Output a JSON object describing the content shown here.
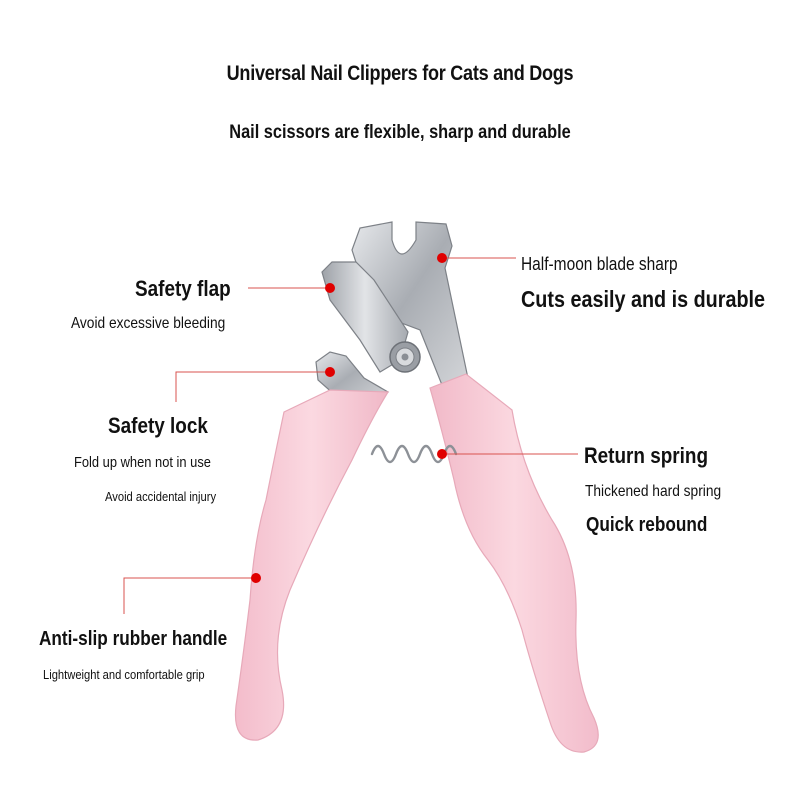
{
  "header": {
    "title": "Universal Nail Clippers for Cats and Dogs",
    "subtitle": "Nail scissors are flexible, sharp and durable"
  },
  "callouts": {
    "safety_flap": {
      "heading": "Safety flap",
      "detail": "Avoid excessive bleeding"
    },
    "half_moon_blade": {
      "heading": "Half-moon blade sharp",
      "detail": "Cuts easily and is durable"
    },
    "safety_lock": {
      "heading": "Safety lock",
      "detail": "Fold up when not in use",
      "detail2": "Avoid accidental injury"
    },
    "return_spring": {
      "heading": "Return spring",
      "detail": "Thickened hard spring",
      "detail2": "Quick rebound"
    },
    "handle": {
      "heading": "Anti-slip rubber handle",
      "detail": "Lightweight and comfortable grip"
    }
  },
  "colors": {
    "background": "#ffffff",
    "text": "#111111",
    "leader_line": "#d9534f",
    "marker_dot": "#e00000",
    "handle_pink": "#f6c9d4",
    "steel": "#b9bcc1"
  }
}
